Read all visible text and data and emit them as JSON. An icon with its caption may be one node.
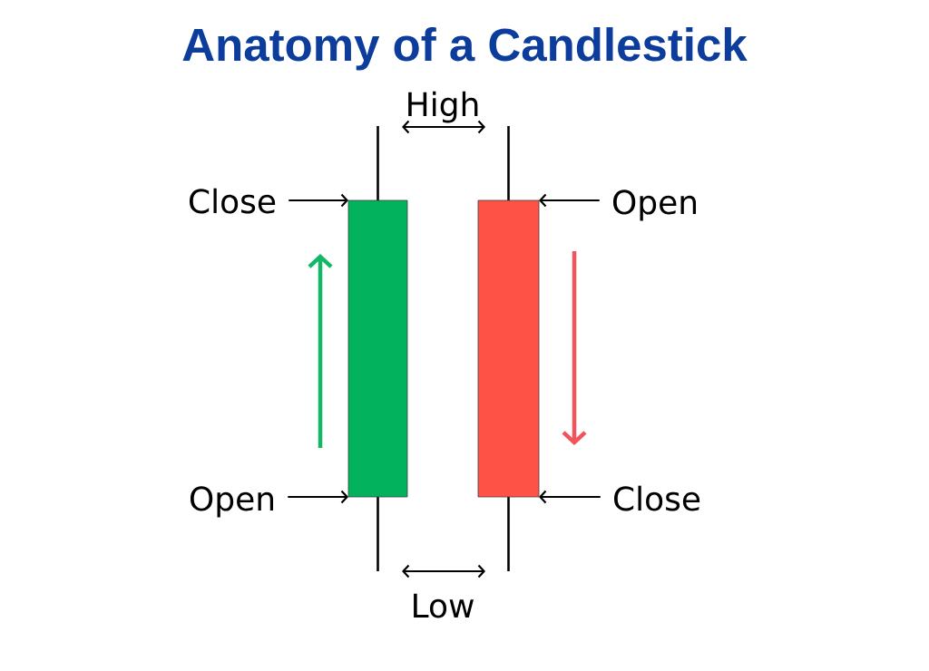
{
  "diagram": {
    "title": "Anatomy of a Candlestick",
    "nodes": [
      {
        "text": [
          "Close"
        ]
      },
      {
        "text": [],
        "shape": "bar"
      },
      {
        "text": [],
        "shape": "bar"
      },
      {
        "text": [
          "Open"
        ]
      },
      {
        "text": [
          "Open"
        ]
      },
      {
        "text": [
          "Close"
        ]
      }
    ],
    "edges": [
      {
        "from": 0,
        "to": 1,
        "arrow": "to"
      },
      {
        "from": 1,
        "to": 2,
        "arrow": "both",
        "label": "High"
      },
      {
        "from": 3,
        "to": 2,
        "arrow": "to"
      },
      {
        "from": 4,
        "to": 1,
        "arrow": "to"
      },
      {
        "from": 5,
        "to": 2,
        "arrow": "to"
      },
      {
        "from": 1,
        "to": 2,
        "arrow": "both",
        "label": "Low"
      }
    ]
  }
}
